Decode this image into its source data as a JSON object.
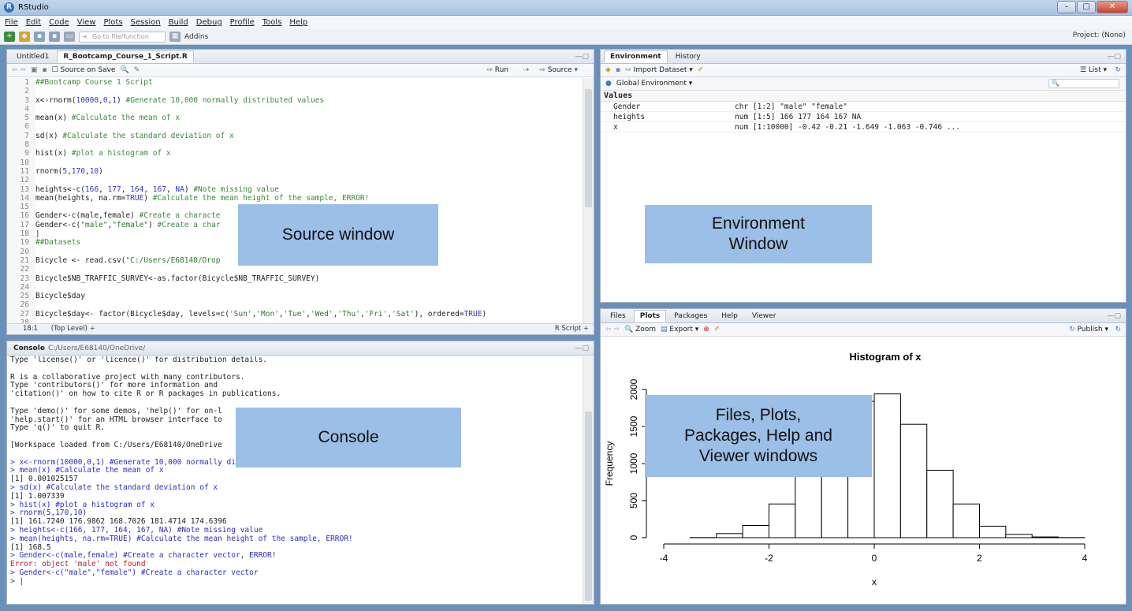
{
  "window": {
    "title": "RStudio",
    "min": "–",
    "max": "□",
    "close": "✕"
  },
  "menu": [
    "File",
    "Edit",
    "Code",
    "View",
    "Plots",
    "Session",
    "Build",
    "Debug",
    "Profile",
    "Tools",
    "Help"
  ],
  "toolbar": {
    "goto_placeholder": "Go to file/function",
    "addins": "Addins",
    "project": "Project: (None)"
  },
  "source": {
    "tabs": [
      "Untitled1",
      "R_Bootcamp_Course_1_Script.R"
    ],
    "source_on_save": "Source on Save",
    "run": "Run",
    "source_btn": "Source",
    "lines": [
      {
        "n": "1",
        "parts": [
          {
            "c": "cm",
            "t": "##Bootcamp Course 1 Script"
          }
        ]
      },
      {
        "n": "2",
        "parts": []
      },
      {
        "n": "3",
        "parts": [
          {
            "c": "",
            "t": "x<-rnorm("
          },
          {
            "c": "nm",
            "t": "10000"
          },
          {
            "c": "",
            "t": ","
          },
          {
            "c": "nm",
            "t": "0"
          },
          {
            "c": "",
            "t": ","
          },
          {
            "c": "nm",
            "t": "1"
          },
          {
            "c": "",
            "t": ") "
          },
          {
            "c": "cm",
            "t": "#Generate 10,000 normally distributed values"
          }
        ]
      },
      {
        "n": "4",
        "parts": []
      },
      {
        "n": "5",
        "parts": [
          {
            "c": "",
            "t": "mean(x) "
          },
          {
            "c": "cm",
            "t": "#Calculate the mean of x"
          }
        ]
      },
      {
        "n": "6",
        "parts": []
      },
      {
        "n": "7",
        "parts": [
          {
            "c": "",
            "t": "sd(x) "
          },
          {
            "c": "cm",
            "t": "#Calculate the standard deviation of x"
          }
        ]
      },
      {
        "n": "8",
        "parts": []
      },
      {
        "n": "9",
        "parts": [
          {
            "c": "",
            "t": "hist(x) "
          },
          {
            "c": "cm",
            "t": "#plot a histogram of x"
          }
        ]
      },
      {
        "n": "10",
        "parts": []
      },
      {
        "n": "11",
        "parts": [
          {
            "c": "",
            "t": "rnorm("
          },
          {
            "c": "nm",
            "t": "5"
          },
          {
            "c": "",
            "t": ","
          },
          {
            "c": "nm",
            "t": "170"
          },
          {
            "c": "",
            "t": ","
          },
          {
            "c": "nm",
            "t": "10"
          },
          {
            "c": "",
            "t": ")"
          }
        ]
      },
      {
        "n": "12",
        "parts": []
      },
      {
        "n": "13",
        "parts": [
          {
            "c": "",
            "t": "heights<-c("
          },
          {
            "c": "nm",
            "t": "166"
          },
          {
            "c": "",
            "t": ", "
          },
          {
            "c": "nm",
            "t": "177"
          },
          {
            "c": "",
            "t": ", "
          },
          {
            "c": "nm",
            "t": "164"
          },
          {
            "c": "",
            "t": ", "
          },
          {
            "c": "nm",
            "t": "167"
          },
          {
            "c": "",
            "t": ", "
          },
          {
            "c": "nm",
            "t": "NA"
          },
          {
            "c": "",
            "t": ") "
          },
          {
            "c": "cm",
            "t": "#Note missing value"
          }
        ]
      },
      {
        "n": "14",
        "parts": [
          {
            "c": "",
            "t": "mean(heights, na.rm="
          },
          {
            "c": "nm",
            "t": "TRUE"
          },
          {
            "c": "",
            "t": ") "
          },
          {
            "c": "cm",
            "t": "#Calculate the mean height of the sample, ERROR!"
          }
        ]
      },
      {
        "n": "15",
        "parts": []
      },
      {
        "n": "16",
        "parts": [
          {
            "c": "",
            "t": "Gender<-c(male,female) "
          },
          {
            "c": "cm",
            "t": "#Create a characte"
          }
        ]
      },
      {
        "n": "17",
        "parts": [
          {
            "c": "",
            "t": "Gender<-c("
          },
          {
            "c": "st",
            "t": "\"male\""
          },
          {
            "c": "",
            "t": ","
          },
          {
            "c": "st",
            "t": "\"female\""
          },
          {
            "c": "",
            "t": ") "
          },
          {
            "c": "cm",
            "t": "#Create a char"
          }
        ]
      },
      {
        "n": "18",
        "parts": [
          {
            "c": "",
            "t": "|"
          }
        ]
      },
      {
        "n": "19",
        "parts": [
          {
            "c": "cm",
            "t": "##Datasets"
          }
        ]
      },
      {
        "n": "20",
        "parts": []
      },
      {
        "n": "21",
        "parts": [
          {
            "c": "",
            "t": "Bicycle <- read.csv("
          },
          {
            "c": "st",
            "t": "\"C:/Users/E68140/Drop                                   Bicycle.csv\""
          },
          {
            "c": "",
            "t": ")"
          }
        ]
      },
      {
        "n": "22",
        "parts": []
      },
      {
        "n": "23",
        "parts": [
          {
            "c": "",
            "t": "Bicycle$NB_TRAFFIC_SURVEY<-as.factor(Bicycle$NB_TRAFFIC_SURVEY)"
          }
        ]
      },
      {
        "n": "24",
        "parts": []
      },
      {
        "n": "25",
        "parts": [
          {
            "c": "",
            "t": "Bicycle$day"
          }
        ]
      },
      {
        "n": "26",
        "parts": []
      },
      {
        "n": "27",
        "parts": [
          {
            "c": "",
            "t": "Bicycle$day<- factor(Bicycle$day, levels=c("
          },
          {
            "c": "st",
            "t": "'Sun'"
          },
          {
            "c": "",
            "t": ","
          },
          {
            "c": "st",
            "t": "'Mon'"
          },
          {
            "c": "",
            "t": ","
          },
          {
            "c": "st",
            "t": "'Tue'"
          },
          {
            "c": "",
            "t": ","
          },
          {
            "c": "st",
            "t": "'Wed'"
          },
          {
            "c": "",
            "t": ","
          },
          {
            "c": "st",
            "t": "'Thu'"
          },
          {
            "c": "",
            "t": ","
          },
          {
            "c": "st",
            "t": "'Fri'"
          },
          {
            "c": "",
            "t": ","
          },
          {
            "c": "st",
            "t": "'Sat'"
          },
          {
            "c": "",
            "t": "), ordered="
          },
          {
            "c": "nm",
            "t": "TRUE"
          },
          {
            "c": "",
            "t": ")"
          }
        ]
      },
      {
        "n": "28",
        "parts": []
      }
    ],
    "status_pos": "18:1",
    "status_scope": "(Top Level) ÷",
    "status_type": "R Script ÷",
    "overlay": "Source window"
  },
  "console": {
    "title": "Console",
    "path": "C:/Users/E68140/OneDrive/",
    "lines": [
      {
        "c": "",
        "t": "Type 'license()' or 'licence()' for distribution details."
      },
      {
        "c": "",
        "t": ""
      },
      {
        "c": "",
        "t": "R is a collaborative project with many contributors."
      },
      {
        "c": "",
        "t": "Type 'contributors()' for more information and"
      },
      {
        "c": "",
        "t": "'citation()' on how to cite R or R packages in publications."
      },
      {
        "c": "",
        "t": ""
      },
      {
        "c": "",
        "t": "Type 'demo()' for some demos, 'help()' for on-l"
      },
      {
        "c": "",
        "t": "'help.start()' for an HTML browser interface to"
      },
      {
        "c": "",
        "t": "Type 'q()' to quit R."
      },
      {
        "c": "",
        "t": ""
      },
      {
        "c": "",
        "t": "[Workspace loaded from C:/Users/E68140/OneDrive"
      },
      {
        "c": "",
        "t": ""
      },
      {
        "c": "cin",
        "t": "> x<-rnorm(10000,0,1) #Generate 10,000 normally distributed values"
      },
      {
        "c": "cin",
        "t": "> mean(x) #Calculate the mean of x"
      },
      {
        "c": "",
        "t": "[1] 0.001025157"
      },
      {
        "c": "cin",
        "t": "> sd(x) #Calculate the standard deviation of x"
      },
      {
        "c": "",
        "t": "[1] 1.007339"
      },
      {
        "c": "cin",
        "t": "> hist(x) #plot a histogram of x"
      },
      {
        "c": "cin",
        "t": "> rnorm(5,170,10)"
      },
      {
        "c": "",
        "t": "[1] 161.7240 176.9862 168.7026 181.4714 174.6396"
      },
      {
        "c": "cin",
        "t": "> heights<-c(166, 177, 164, 167, NA) #Note missing value"
      },
      {
        "c": "cin",
        "t": "> mean(heights, na.rm=TRUE) #Calculate the mean height of the sample, ERROR!"
      },
      {
        "c": "",
        "t": "[1] 168.5"
      },
      {
        "c": "cin",
        "t": "> Gender<-c(male,female) #Create a character vector, ERROR!"
      },
      {
        "c": "cerr",
        "t": "Error: object 'male' not found"
      },
      {
        "c": "cin",
        "t": "> Gender<-c(\"male\",\"female\") #Create a character vector"
      },
      {
        "c": "cin",
        "t": "> |"
      }
    ],
    "overlay": "Console"
  },
  "environment": {
    "tabs": [
      "Environment",
      "History"
    ],
    "import_dataset": "Import Dataset",
    "list_label": "List",
    "scope": "Global Environment",
    "section": "Values",
    "rows": [
      {
        "name": "Gender",
        "value": "chr [1:2] \"male\" \"female\""
      },
      {
        "name": "heights",
        "value": "num [1:5] 166 177 164 167 NA"
      },
      {
        "name": "x",
        "value": "num [1:10000] -0.42 -0.21 -1.649 -1.063 -0.746 ..."
      }
    ],
    "overlay_l1": "Environment",
    "overlay_l2": "Window"
  },
  "files": {
    "tabs": [
      "Files",
      "Plots",
      "Packages",
      "Help",
      "Viewer"
    ],
    "zoom": "Zoom",
    "export": "Export",
    "publish": "Publish",
    "overlay_l1": "Files, Plots,",
    "overlay_l2": "Packages, Help and",
    "overlay_l3": "Viewer windows"
  },
  "chart_data": {
    "type": "bar",
    "title": "Histogram of x",
    "xlabel": "x",
    "ylabel": "Frequency",
    "bins": [
      -3.5,
      -3,
      -2.5,
      -2,
      -1.5,
      -1,
      -0.5,
      0,
      0.5,
      1,
      1.5,
      2,
      2.5,
      3,
      3.5,
      4
    ],
    "values": [
      2,
      55,
      165,
      455,
      920,
      1530,
      1840,
      1940,
      1530,
      910,
      455,
      155,
      45,
      10,
      2
    ],
    "xticks": [
      -4,
      -2,
      0,
      2,
      4
    ],
    "yticks": [
      0,
      500,
      1000,
      1500,
      2000
    ],
    "xlim": [
      -4,
      4
    ],
    "ylim": [
      0,
      2000
    ]
  }
}
